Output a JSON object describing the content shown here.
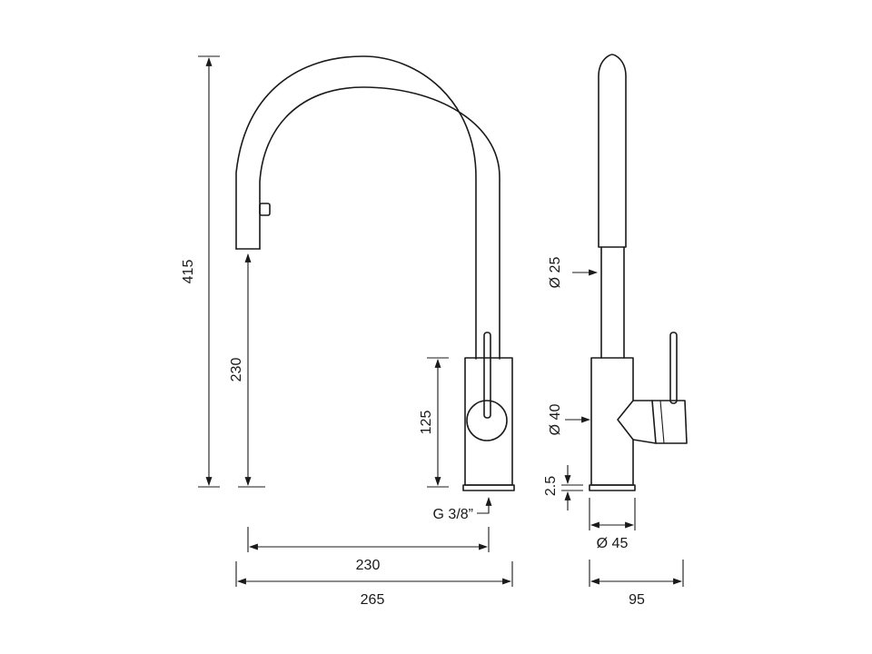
{
  "dimensions": {
    "total_height": "415",
    "spout_height": "230",
    "body_height": "125",
    "spout_reach": "230",
    "total_depth": "265",
    "connection": "G 3/8”",
    "spout_diameter": "Ø 25",
    "body_diameter": "Ø 40",
    "base_thickness": "2.5",
    "base_diameter": "Ø 45",
    "side_width": "95"
  }
}
